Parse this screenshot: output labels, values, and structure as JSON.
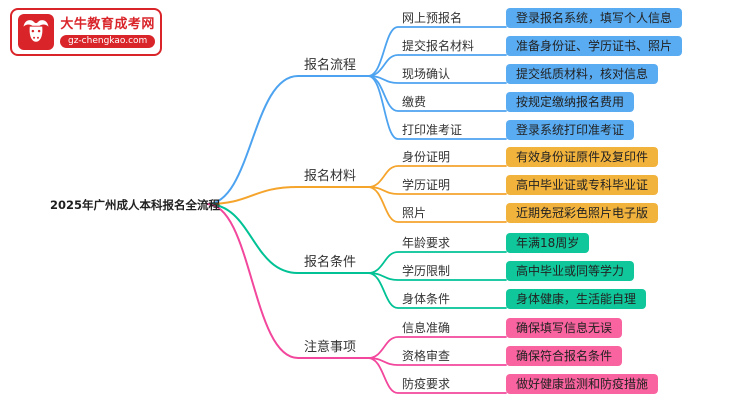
{
  "logo": {
    "brand": "大牛教育成考网",
    "domain": "gz-chengkao.com",
    "icon": "bull-icon",
    "brand_color": "#d9252a"
  },
  "root": {
    "label": "2025年广州成人本科报名全流程"
  },
  "branches": [
    {
      "label": "报名流程",
      "line_color": "#4da3f0",
      "box_color": "#5aacf2",
      "children": [
        {
          "label": "网上预报名",
          "value": "登录报名系统，填写个人信息"
        },
        {
          "label": "提交报名材料",
          "value": "准备身份证、学历证书、照片"
        },
        {
          "label": "现场确认",
          "value": "提交纸质材料，核对信息"
        },
        {
          "label": "缴费",
          "value": "按规定缴纳报名费用"
        },
        {
          "label": "打印准考证",
          "value": "登录系统打印准考证"
        }
      ]
    },
    {
      "label": "报名材料",
      "line_color": "#f5a42c",
      "box_color": "#f2b33d",
      "children": [
        {
          "label": "身份证明",
          "value": "有效身份证原件及复印件"
        },
        {
          "label": "学历证明",
          "value": "高中毕业证或专科毕业证"
        },
        {
          "label": "照片",
          "value": "近期免冠彩色照片电子版"
        }
      ]
    },
    {
      "label": "报名条件",
      "line_color": "#00c295",
      "box_color": "#10c79b",
      "children": [
        {
          "label": "年龄要求",
          "value": "年满18周岁"
        },
        {
          "label": "学历限制",
          "value": "高中毕业或同等学力"
        },
        {
          "label": "身体条件",
          "value": "身体健康，生活能自理"
        }
      ]
    },
    {
      "label": "注意事项",
      "line_color": "#f2479c",
      "box_color": "#f9639f",
      "children": [
        {
          "label": "信息准确",
          "value": "确保填写信息无误"
        },
        {
          "label": "资格审查",
          "value": "确保符合报名条件"
        },
        {
          "label": "防疫要求",
          "value": "做好健康监测和防疫措施"
        }
      ]
    }
  ]
}
